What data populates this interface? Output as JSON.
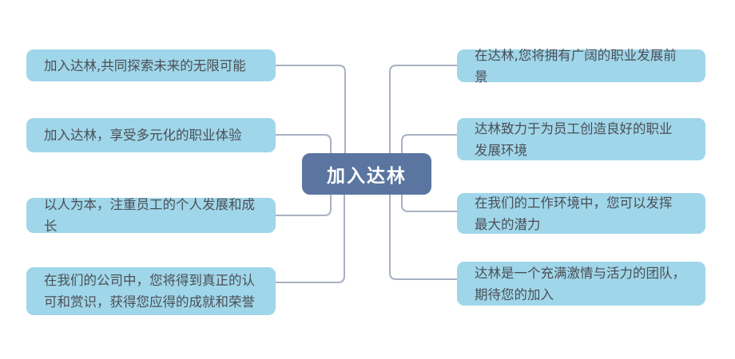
{
  "diagram": {
    "type": "mindmap",
    "root": {
      "label": "加入达林"
    },
    "left_branches": [
      {
        "label": "加入达林,共同探索未来的无限可能"
      },
      {
        "label": "加入达林，享受多元化的职业体验"
      },
      {
        "label": "以人为本，注重员工的个人发展和成长"
      },
      {
        "label": "在我们的公司中，您将得到真正的认\n可和赏识，获得您应得的成就和荣誉"
      }
    ],
    "right_branches": [
      {
        "label": "在达林,您将拥有广阔的职业发展前景"
      },
      {
        "label": "达林致力于为员工创造良好的职业\n发展环境"
      },
      {
        "label": "在我们的工作环境中，您可以发挥\n最大的潜力"
      },
      {
        "label": "达林是一个充满激情与活力的团队，\n期待您的加入"
      }
    ],
    "colors": {
      "background": "#ffffff",
      "root_fill": "#5a75a0",
      "root_text": "#ffffff",
      "branch_fill": "#a0d6e9",
      "branch_text": "#4a4f55",
      "connector": "#a8b1c2"
    }
  }
}
